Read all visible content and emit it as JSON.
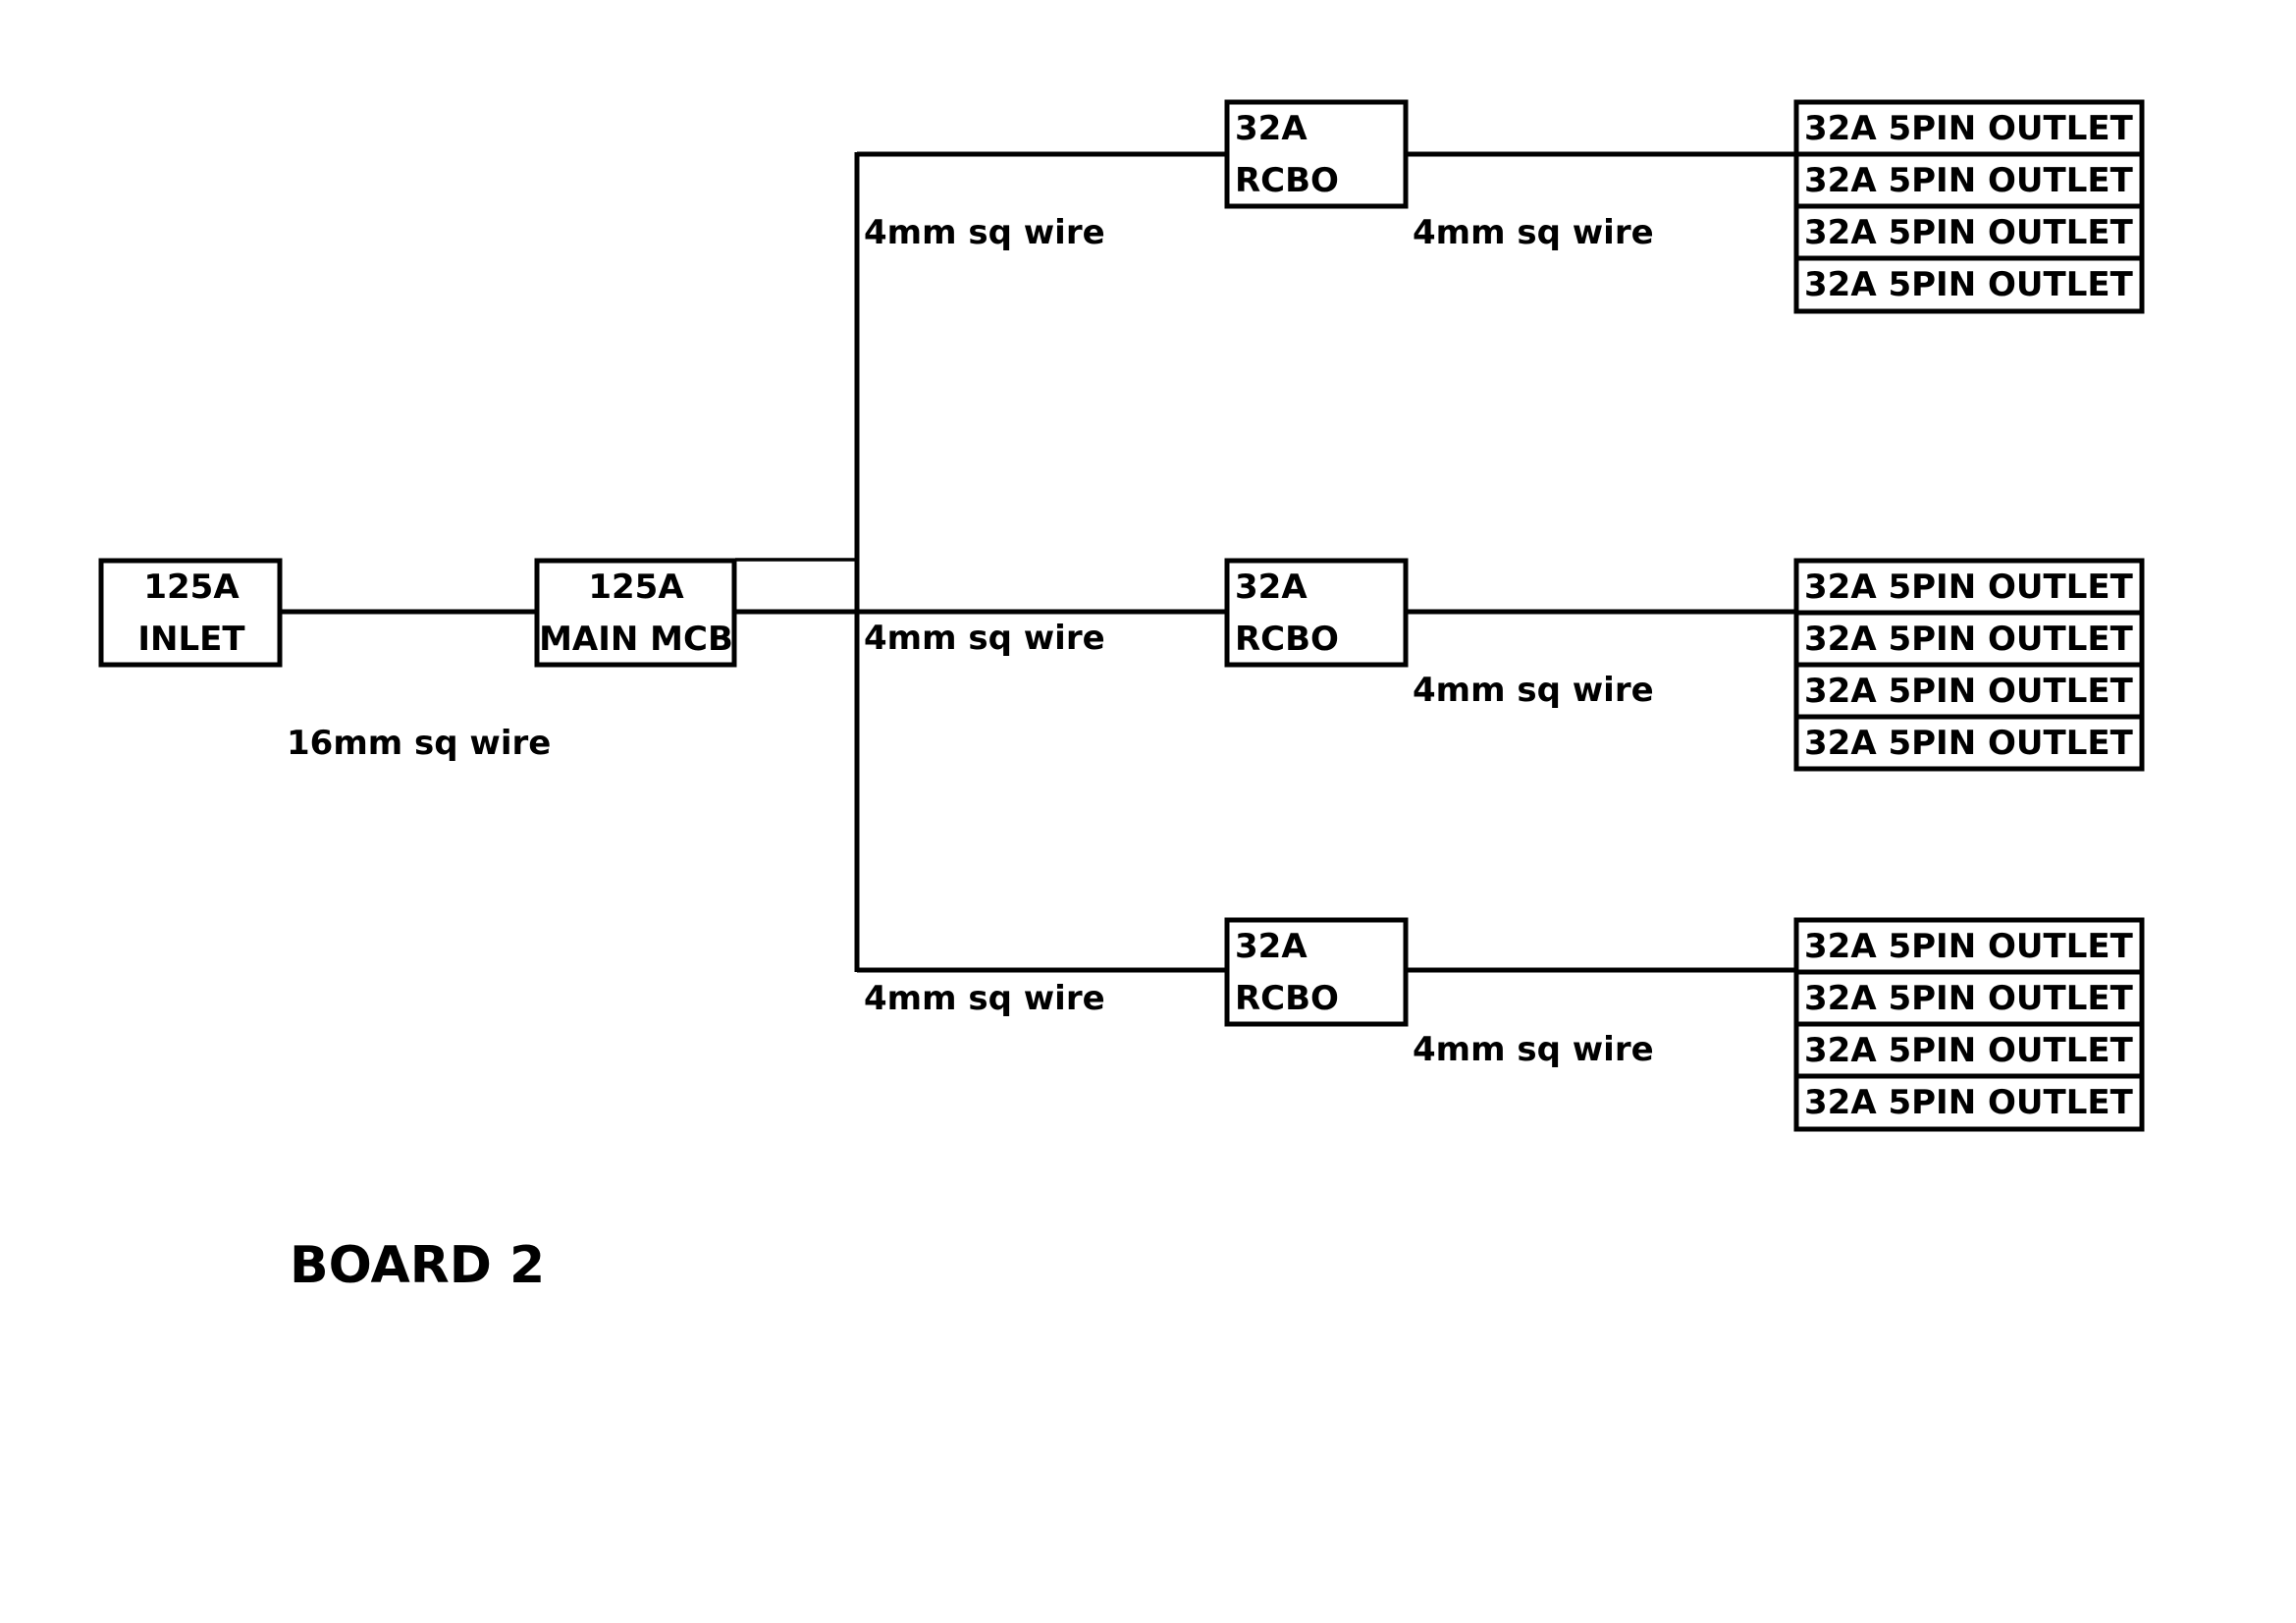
{
  "inlet": {
    "rating": "125A",
    "name": "INLET"
  },
  "main_mcb": {
    "rating": "125A",
    "name": "MAIN MCB"
  },
  "feed_wire_label": "16mm sq wire",
  "circuits": [
    {
      "branch_wire_label": "4mm sq wire",
      "rcbo": {
        "rating": "32A",
        "name": "RCBO"
      },
      "outlet_wire_label": "4mm sq wire",
      "outlets": [
        "32A 5PIN OUTLET",
        "32A 5PIN OUTLET",
        "32A 5PIN OUTLET",
        "32A 5PIN OUTLET"
      ]
    },
    {
      "branch_wire_label": "4mm sq wire",
      "rcbo": {
        "rating": "32A",
        "name": "RCBO"
      },
      "outlet_wire_label": "4mm sq wire",
      "outlets": [
        "32A 5PIN OUTLET",
        "32A 5PIN OUTLET",
        "32A 5PIN OUTLET",
        "32A 5PIN OUTLET"
      ]
    },
    {
      "branch_wire_label": "4mm sq wire",
      "rcbo": {
        "rating": "32A",
        "name": "RCBO"
      },
      "outlet_wire_label": "4mm sq wire",
      "outlets": [
        "32A 5PIN OUTLET",
        "32A 5PIN OUTLET",
        "32A 5PIN OUTLET",
        "32A 5PIN OUTLET"
      ]
    }
  ],
  "board_title": "BOARD 2"
}
